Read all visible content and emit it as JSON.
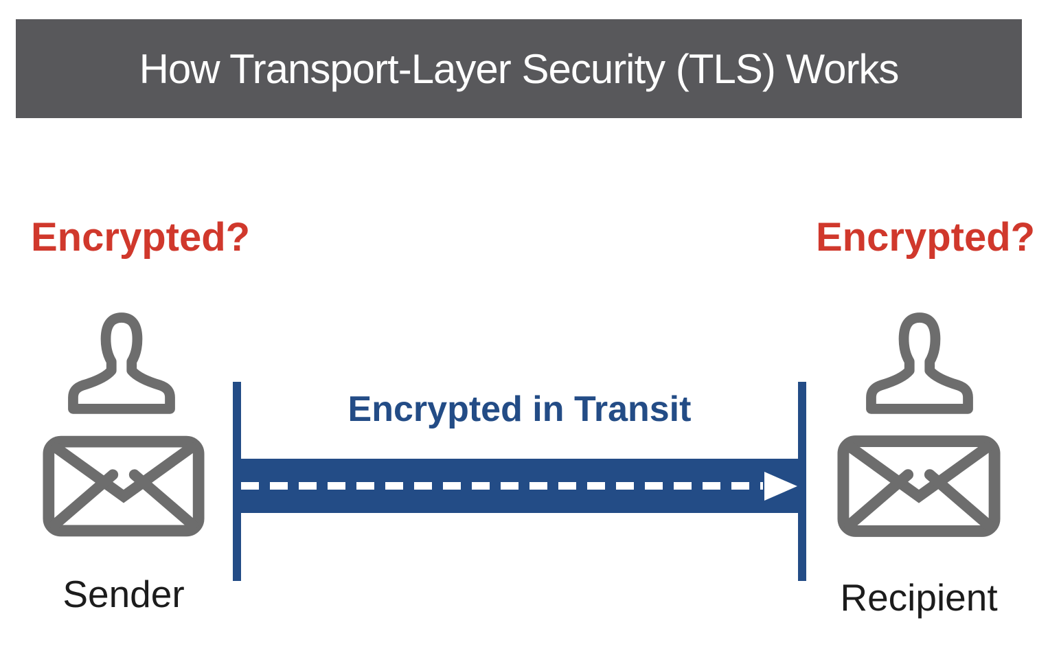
{
  "header": {
    "title": "How Transport-Layer Security (TLS) Works"
  },
  "annotations": {
    "encrypted_left": "Encrypted?",
    "encrypted_right": "Encrypted?",
    "transit_label": "Encrypted in Transit"
  },
  "endpoints": {
    "sender": {
      "label": "Sender",
      "icons": [
        "person-icon",
        "envelope-icon"
      ]
    },
    "recipient": {
      "label": "Recipient",
      "icons": [
        "person-icon",
        "envelope-icon"
      ]
    }
  },
  "flow": {
    "direction": "left-to-right",
    "style": "white dashed arrow inside solid blue band between two vertical blue end bars"
  },
  "colors": {
    "header_bg": "#58585B",
    "title_text": "#FFFFFF",
    "alert_red": "#D0382C",
    "tls_blue": "#234C86",
    "icon_gray": "#6D6D6D",
    "label_text": "#1C1C1C",
    "page_bg": "#FFFFFF"
  }
}
